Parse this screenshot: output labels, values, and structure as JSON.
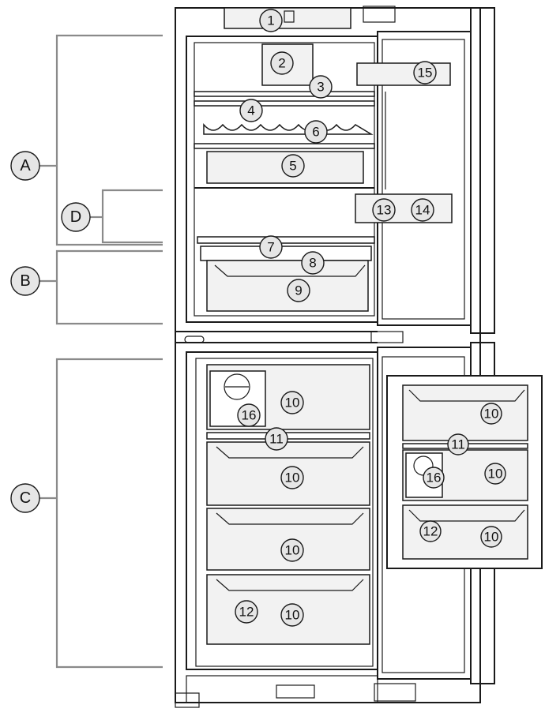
{
  "zones": [
    {
      "id": "A",
      "label": "A"
    },
    {
      "id": "B",
      "label": "B"
    },
    {
      "id": "C",
      "label": "C"
    },
    {
      "id": "D",
      "label": "D"
    }
  ],
  "callouts": [
    "1",
    "2",
    "3",
    "4",
    "5",
    "6",
    "7",
    "8",
    "9",
    "10",
    "11",
    "12",
    "13",
    "14",
    "15",
    "16"
  ],
  "colors": {
    "outline": "#1a1a1a",
    "bracket": "#8a8a8a",
    "callout_fill": "#e6e6e6"
  }
}
